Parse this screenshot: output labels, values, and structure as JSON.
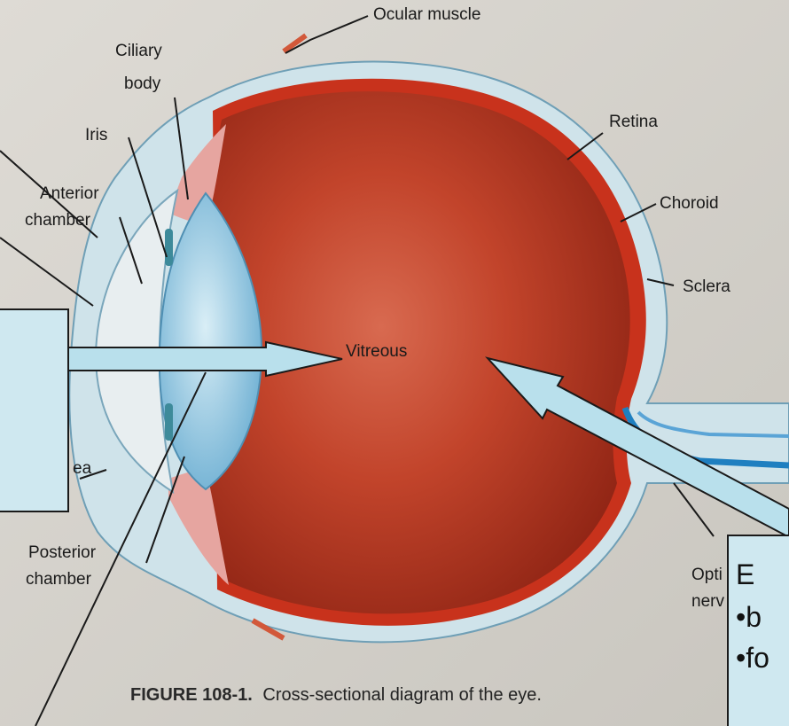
{
  "labels": {
    "ocular_muscle": "Ocular muscle",
    "ciliary_body_line1": "Ciliary",
    "ciliary_body_line2": "body",
    "iris": "Iris",
    "anterior_chamber_line1": "Anterior",
    "anterior_chamber_line2": "chamber",
    "retina": "Retina",
    "choroid": "Choroid",
    "sclera": "Sclera",
    "vitreous": "Vitreous",
    "cornea_partial": "ea",
    "posterior_chamber_line1": "Posterior",
    "posterior_chamber_line2": "chamber",
    "optic_nerve_line1": "Opti",
    "optic_nerve_line2": "nerv"
  },
  "caption": {
    "figure": "FIGURE 108-1.",
    "text": "Cross-sectional diagram of the eye."
  },
  "callout_box": {
    "line1": "E",
    "line2": "•b",
    "line3": "•fo"
  },
  "colors": {
    "eyeball": "#b83a22",
    "lens": "#9fcde2",
    "callout_fill": "#cfe8f0",
    "background": "#d9d6d0"
  }
}
